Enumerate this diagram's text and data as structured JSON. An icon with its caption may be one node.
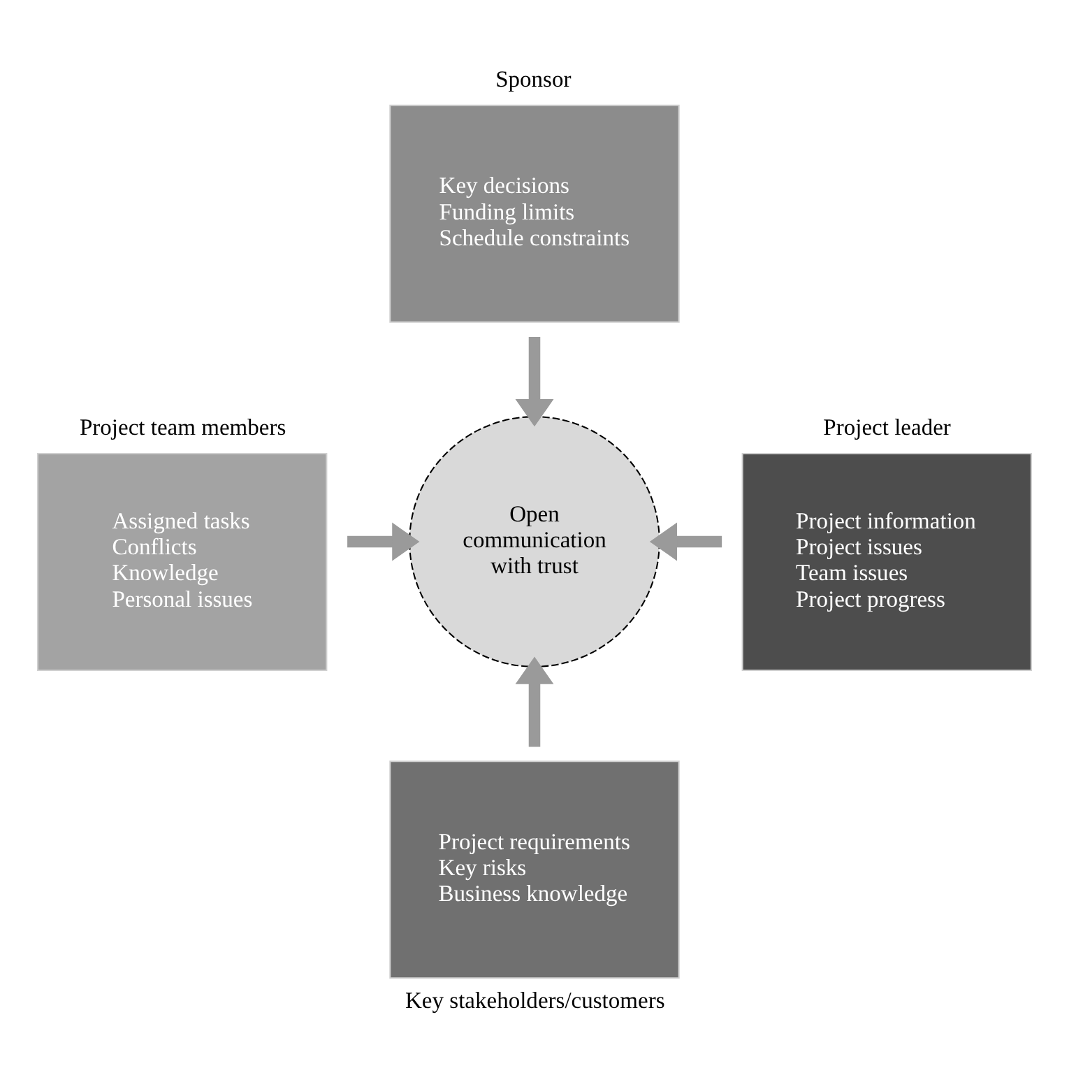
{
  "diagram": {
    "nodes": [
      {
        "text": [
          "Sponsor",
          "Key decisions",
          "Funding limits",
          "Schedule constraints"
        ]
      },
      {
        "text": [
          "Project team members",
          "Assigned tasks",
          "Conflicts",
          "Knowledge",
          "Personal issues"
        ]
      },
      {
        "text": [
          "Open",
          "communication",
          "with trust"
        ]
      },
      {
        "text": [
          "Project leader",
          "Project information",
          "Project issues",
          "Team issues",
          "Project progress"
        ]
      },
      {
        "text": [
          "Project requirements",
          "Key risks",
          "Business knowledge",
          "Key stakeholders/customers"
        ]
      }
    ],
    "edges": [
      {
        "from": 0,
        "to": 2,
        "arrow": "to"
      },
      {
        "from": 1,
        "to": 2,
        "arrow": "to"
      },
      {
        "from": 3,
        "to": 2,
        "arrow": "to"
      },
      {
        "from": 4,
        "to": 2,
        "arrow": "to"
      }
    ]
  }
}
